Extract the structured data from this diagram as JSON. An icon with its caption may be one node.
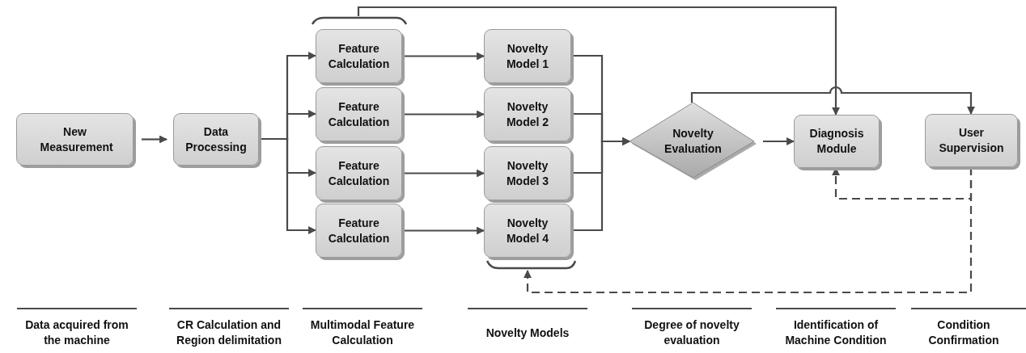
{
  "diagram": {
    "nodes": [
      {
        "text": [
          "New Measurement"
        ]
      },
      {
        "text": [
          "Data Processing"
        ]
      },
      {
        "text": [
          "Feature Calculation"
        ]
      },
      {
        "text": [
          "Feature Calculation"
        ]
      },
      {
        "text": [
          "Feature Calculation"
        ]
      },
      {
        "text": [
          "Feature Calculation"
        ]
      },
      {
        "text": [
          "Novelty Model 1"
        ]
      },
      {
        "text": [
          "Novelty Model 2"
        ]
      },
      {
        "text": [
          "Novelty Model 3"
        ]
      },
      {
        "text": [
          "Novelty Model 4"
        ]
      },
      {
        "text": [
          "Novelty Evaluation"
        ]
      },
      {
        "text": [
          "Diagnosis Module"
        ]
      },
      {
        "text": [
          "User Supervision"
        ]
      }
    ],
    "edges": [
      {
        "from": 0,
        "to": 1,
        "arrow": "to"
      },
      {
        "from": 1,
        "to": 2,
        "arrow": "to"
      },
      {
        "from": 1,
        "to": 3,
        "arrow": "to"
      },
      {
        "from": 1,
        "to": 4,
        "arrow": "to"
      },
      {
        "from": 1,
        "to": 5,
        "arrow": "to"
      },
      {
        "from": 2,
        "to": 6,
        "arrow": "to"
      },
      {
        "from": 3,
        "to": 7,
        "arrow": "to"
      },
      {
        "from": 4,
        "to": 8,
        "arrow": "to"
      },
      {
        "from": 5,
        "to": 9,
        "arrow": "to"
      },
      {
        "from": 6,
        "to": 10,
        "arrow": "to"
      },
      {
        "from": 7,
        "to": 10,
        "arrow": "to"
      },
      {
        "from": 8,
        "to": 10,
        "arrow": "to"
      },
      {
        "from": 9,
        "to": 10,
        "arrow": "to"
      },
      {
        "from": 10,
        "to": 11,
        "arrow": "to"
      },
      {
        "from": 2,
        "to": 11,
        "arrow": "to"
      },
      {
        "from": 10,
        "to": 12,
        "arrow": "to"
      },
      {
        "from": 12,
        "to": 11,
        "arrow": "to",
        "style": "dashed"
      },
      {
        "from": 12,
        "to": 9,
        "arrow": "to",
        "style": "dashed"
      }
    ],
    "labels": [
      "Data acquired from the machine",
      "CR Calculation and Region delimitation",
      "Multimodal Feature Calculation",
      "Novelty Models",
      "Degree of novelty evaluation",
      "Identification of Machine Condition",
      "Condition Confirmation"
    ]
  }
}
